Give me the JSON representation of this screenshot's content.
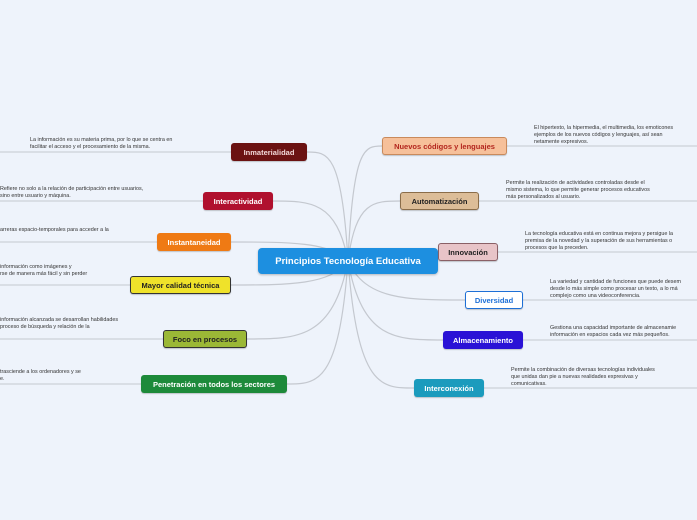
{
  "center": {
    "label": "Principios Tecnología Educativa"
  },
  "left_branches": [
    {
      "label": "Inmaterialidad",
      "description": "La información es su materia prima, por lo que se centra en\nfacilitar el acceso y el procesamiento de la misma."
    },
    {
      "label": "Interactividad",
      "description": "Refiere no solo a la relación de participación entre usuarios,\nsino entre usuario y máquina."
    },
    {
      "label": "Instantaneidad",
      "description": "arreras espacio-temporales para acceder a la"
    },
    {
      "label": "Mayor calidad técnica",
      "description": "información como imágenes y\nrse de manera más fácil y sin perder"
    },
    {
      "label": "Foco en procesos",
      "description": "información alcanzada se desarrollan habilidades\nproceso de búsqueda y relación de la"
    },
    {
      "label": "Penetración en todos los sectores",
      "description": "trasciende a los ordenadores y se\ne."
    }
  ],
  "right_branches": [
    {
      "label": "Nuevos códigos y lenguajes",
      "description": "El hipertexto, la hipermedia, el multimedia, los emoticones\nejemplos de los nuevos códigos y lenguajes, así sean\nnetamente expresivos."
    },
    {
      "label": "Automatización",
      "description": "Permite la realización de actividades controladas desde el\nmismo sistema, lo que permite generar procesos educativos\nmás personalizados al usuario."
    },
    {
      "label": "Innovación",
      "description": "La tecnología educativa está en continua mejora y persigue la\npremisa de la novedad y la superación de sus herramientas o\nprocesos que la preceden."
    },
    {
      "label": "Diversidad",
      "description": "La variedad y cantidad de funciones que puede desem\ndesde lo más simple como procesar un texto, a lo má\ncomplejo como una videoconferencia."
    },
    {
      "label": "Almacenamiento",
      "description": "Gestiona una capacidad importante de almacenamie\ninformación en espacios cada vez más pequeños."
    },
    {
      "label": "Interconexión",
      "description": "Permite la combinación de diversas tecnologías individuales\nque unidas dan pie a nuevas realidades expresivas y\ncomunicativas."
    }
  ],
  "colors": {
    "background": "#eef3fb",
    "center": "#1d8fe0",
    "connector": "#c4c8cf",
    "Inmaterialidad": "#6b1212",
    "Interactividad": "#b0102e",
    "Instantaneidad": "#ef7a14",
    "Mayor calidad técnica": "#efe22a",
    "Foco en procesos": "#9bb836",
    "Penetración en todos los sectores": "#1d8a3a",
    "Nuevos códigos y lenguajes": "#f6c09a",
    "Automatización": "#dcbd98",
    "Innovación": "#e8c4c8",
    "Diversidad": "#ffffff",
    "Almacenamiento": "#2a12d6",
    "Interconexión": "#1b9bbd"
  }
}
